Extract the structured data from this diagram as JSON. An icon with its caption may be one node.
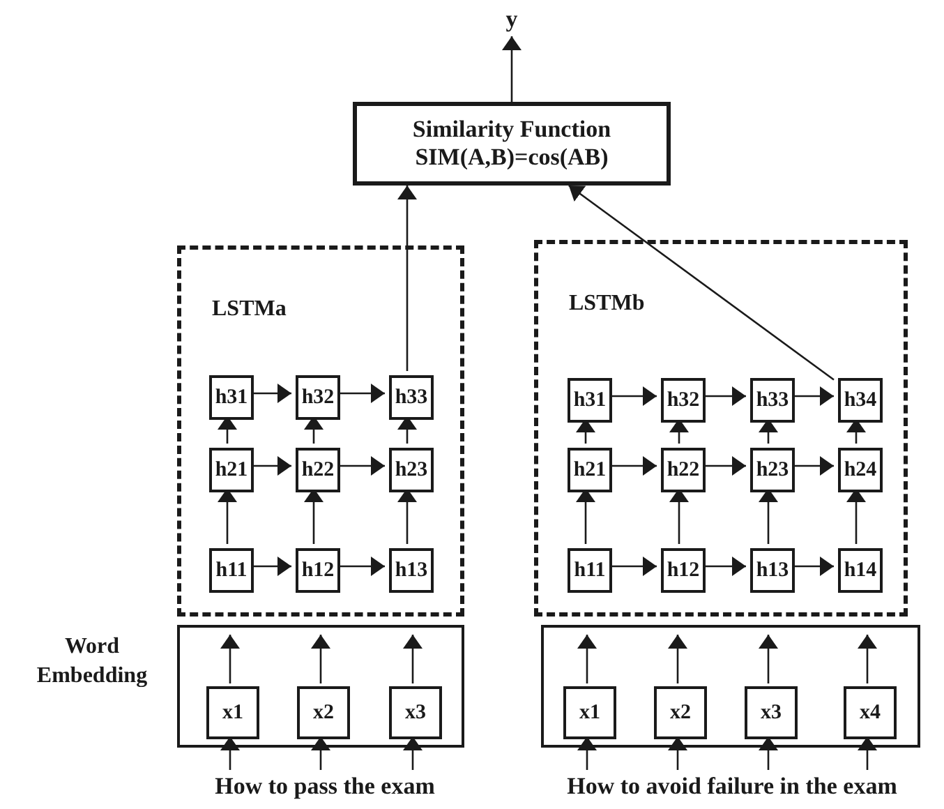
{
  "diagram": {
    "nodes": [
      {
        "text": [
          "y"
        ]
      },
      {
        "text": [
          "Similarity Function",
          "SIM(A,B)=cos(AB)"
        ]
      },
      {
        "text": [
          "LSTMa"
        ]
      },
      {
        "text": [
          "h31"
        ],
        "in": 2
      },
      {
        "text": [
          "h32"
        ],
        "in": 2
      },
      {
        "text": [
          "h33"
        ],
        "in": 2
      },
      {
        "text": [
          "h21"
        ],
        "in": 2
      },
      {
        "text": [
          "h22"
        ],
        "in": 2
      },
      {
        "text": [
          "h23"
        ],
        "in": 2
      },
      {
        "text": [
          "h11"
        ],
        "in": 2
      },
      {
        "text": [
          "h12"
        ],
        "in": 2
      },
      {
        "text": [
          "h13"
        ],
        "in": 2
      },
      {
        "text": [
          "LSTMb"
        ]
      },
      {
        "text": [
          "h31"
        ],
        "in": 12
      },
      {
        "text": [
          "h32"
        ],
        "in": 12
      },
      {
        "text": [
          "h33"
        ],
        "in": 12
      },
      {
        "text": [
          "h34"
        ],
        "in": 12
      },
      {
        "text": [
          "h21"
        ],
        "in": 12
      },
      {
        "text": [
          "h22"
        ],
        "in": 12
      },
      {
        "text": [
          "h23"
        ],
        "in": 12
      },
      {
        "text": [
          "h24"
        ],
        "in": 12
      },
      {
        "text": [
          "h11"
        ],
        "in": 12
      },
      {
        "text": [
          "h12"
        ],
        "in": 12
      },
      {
        "text": [
          "h13"
        ],
        "in": 12
      },
      {
        "text": [
          "h14"
        ],
        "in": 12
      },
      {
        "text": [
          "Word Embedding"
        ]
      },
      {
        "text": [
          "x1"
        ],
        "in": 25
      },
      {
        "text": [
          "x2"
        ],
        "in": 25
      },
      {
        "text": [
          "x3"
        ],
        "in": 25
      },
      {
        "text": [],
        "shape": "box"
      },
      {
        "text": [
          "x1"
        ],
        "in": 29
      },
      {
        "text": [
          "x2"
        ],
        "in": 29
      },
      {
        "text": [
          "x3"
        ],
        "in": 29
      },
      {
        "text": [
          "x4"
        ],
        "in": 29
      },
      {
        "text": [
          "How to pass the exam"
        ]
      },
      {
        "text": [
          "How to avoid failure in the exam"
        ]
      }
    ],
    "edges": [
      {
        "from": 1,
        "to": 0,
        "arrow": "to"
      },
      {
        "from": 5,
        "to": 1,
        "arrow": "to"
      },
      {
        "from": 16,
        "to": 1,
        "arrow": "to"
      },
      {
        "from": 3,
        "to": 4,
        "arrow": "to"
      },
      {
        "from": 4,
        "to": 5,
        "arrow": "to"
      },
      {
        "from": 6,
        "to": 7,
        "arrow": "to"
      },
      {
        "from": 7,
        "to": 8,
        "arrow": "to"
      },
      {
        "from": 9,
        "to": 10,
        "arrow": "to"
      },
      {
        "from": 10,
        "to": 11,
        "arrow": "to"
      },
      {
        "from": 9,
        "to": 6,
        "arrow": "to"
      },
      {
        "from": 6,
        "to": 3,
        "arrow": "to"
      },
      {
        "from": 10,
        "to": 7,
        "arrow": "to"
      },
      {
        "from": 7,
        "to": 4,
        "arrow": "to"
      },
      {
        "from": 11,
        "to": 8,
        "arrow": "to"
      },
      {
        "from": 8,
        "to": 5,
        "arrow": "to"
      },
      {
        "from": 13,
        "to": 14,
        "arrow": "to"
      },
      {
        "from": 14,
        "to": 15,
        "arrow": "to"
      },
      {
        "from": 15,
        "to": 16,
        "arrow": "to"
      },
      {
        "from": 17,
        "to": 18,
        "arrow": "to"
      },
      {
        "from": 18,
        "to": 19,
        "arrow": "to"
      },
      {
        "from": 19,
        "to": 20,
        "arrow": "to"
      },
      {
        "from": 21,
        "to": 22,
        "arrow": "to"
      },
      {
        "from": 22,
        "to": 23,
        "arrow": "to"
      },
      {
        "from": 23,
        "to": 24,
        "arrow": "to"
      },
      {
        "from": 21,
        "to": 17,
        "arrow": "to"
      },
      {
        "from": 17,
        "to": 13,
        "arrow": "to"
      },
      {
        "from": 22,
        "to": 18,
        "arrow": "to"
      },
      {
        "from": 18,
        "to": 14,
        "arrow": "to"
      },
      {
        "from": 23,
        "to": 19,
        "arrow": "to"
      },
      {
        "from": 19,
        "to": 15,
        "arrow": "to"
      },
      {
        "from": 24,
        "to": 20,
        "arrow": "to"
      },
      {
        "from": 20,
        "to": 16,
        "arrow": "to"
      },
      {
        "from": 26,
        "to": null,
        "arrow": "to"
      },
      {
        "from": 27,
        "to": null,
        "arrow": "to"
      },
      {
        "from": 28,
        "to": null,
        "arrow": "to"
      },
      {
        "from": 30,
        "to": null,
        "arrow": "to"
      },
      {
        "from": 31,
        "to": null,
        "arrow": "to"
      },
      {
        "from": 32,
        "to": null,
        "arrow": "to"
      },
      {
        "from": 33,
        "to": null,
        "arrow": "to"
      },
      {
        "from": 34,
        "to": 26,
        "arrow": "to"
      },
      {
        "from": 34,
        "to": 27,
        "arrow": "to"
      },
      {
        "from": 34,
        "to": 28,
        "arrow": "to"
      },
      {
        "from": 35,
        "to": 30,
        "arrow": "to"
      },
      {
        "from": 35,
        "to": 31,
        "arrow": "to"
      },
      {
        "from": 35,
        "to": 32,
        "arrow": "to"
      },
      {
        "from": 35,
        "to": 33,
        "arrow": "to"
      }
    ]
  }
}
